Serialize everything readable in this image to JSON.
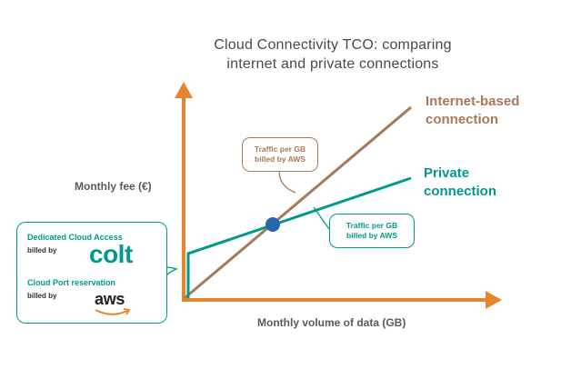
{
  "title": {
    "line1": "Cloud Connectivity TCO: comparing",
    "line2": "internet and private connections"
  },
  "axes": {
    "y_label": "Monthly fee (€)",
    "x_label": "Monthly volume of data (GB)"
  },
  "series": {
    "internet_label_line1": "Internet-based",
    "internet_label_line2": "connection",
    "private_label_line1": "Private",
    "private_label_line2": "connection"
  },
  "callouts": {
    "internet_line1": "Traffic per GB",
    "internet_line2": "billed by AWS",
    "private_line1": "Traffic per GB",
    "private_line2": "billed by AWS"
  },
  "fixed_costs": {
    "dedicated_title": "Dedicated Cloud Access",
    "dedicated_billed_by": "billed by",
    "dedicated_provider": "colt",
    "port_title": "Cloud Port reservation",
    "port_billed_by": "billed by",
    "port_provider": "aws"
  },
  "colors": {
    "axis": "#e8842c",
    "internet": "#a8785a",
    "private": "#009a8c",
    "intersection": "#2468b0"
  }
}
